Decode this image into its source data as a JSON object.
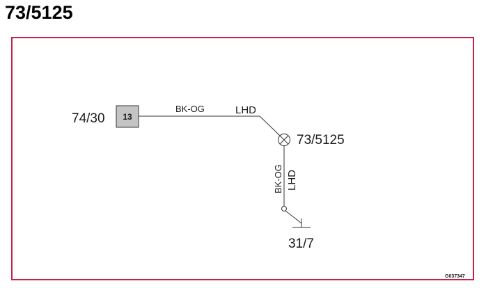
{
  "title": "73/5125",
  "connector": {
    "ref": "74/30",
    "pin": "13"
  },
  "wire_horizontal": {
    "color": "BK-OG",
    "variant": "LHD"
  },
  "lamp": {
    "ref": "73/5125"
  },
  "wire_vertical": {
    "color": "BK-OG",
    "variant": "LHD"
  },
  "ground": {
    "ref": "31/7"
  },
  "figure_id": "G037347",
  "colors": {
    "frame": "#c41e4a",
    "box_fill": "#c4c4c4",
    "line": "#333333"
  }
}
